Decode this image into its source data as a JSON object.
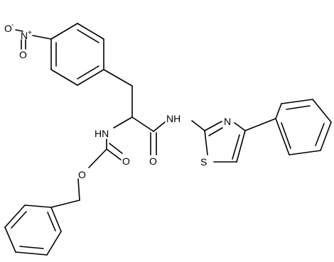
{
  "atoms": {
    "nitro_o_minus": "O",
    "nitro_o_minus_charge": "-",
    "nitro_n": "N",
    "nitro_n_charge": "+",
    "nitro_o": "O",
    "amide_nh": "NH",
    "carbamate_nh": "HN",
    "amide_o": "O",
    "carbamate_o": "O",
    "ester_o": "O",
    "thiazole_n": "N",
    "thiazole_s": "S"
  }
}
